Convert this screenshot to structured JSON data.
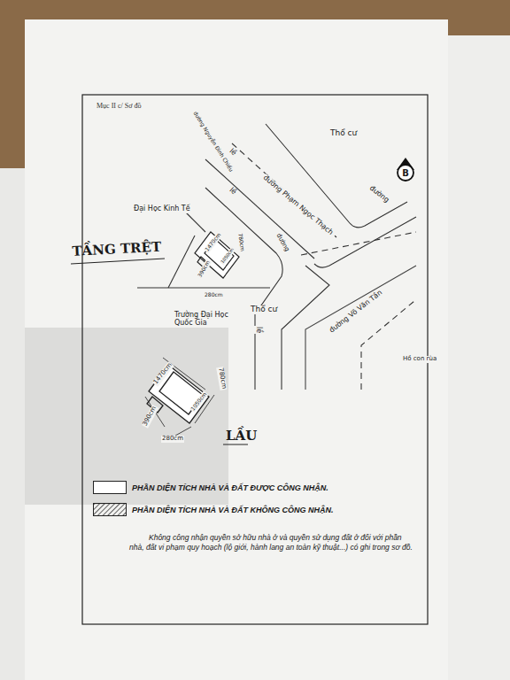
{
  "diagram": {
    "title": "Mục II c/ Sơ đồ",
    "labels": [
      "đường Nguyễn Đình Chiểu",
      "lề",
      "Thổ cư",
      "đường",
      "đường Phạm Ngọc Thạch",
      "lề",
      "Đại Học Kinh Tế",
      "TẦNG TRỆT",
      "đường",
      "1470cm",
      "780cm",
      "390cm",
      "1050cm",
      "280cm",
      "Thổ cư",
      "Trường Đại Học Quốc Gia",
      "lề",
      "đường Võ Văn Tần",
      "Hồ con rùa",
      "1470cm",
      "780cm",
      "390cm",
      "1050cm",
      "280cm",
      "LẦU",
      "B",
      "Không công nhận quyền sở hữu nhà ở và quyền sử dụng đất ở đối với phần nhà, đất vi phạm quy hoạch (lộ giới, hành lang an toàn kỹ thuật...) có ghi trong sơ đồ."
    ],
    "legend": [
      {
        "text": "PHẦN DIỆN TÍCH NHÀ VÀ ĐẤT ĐƯỢC CÔNG NHẬN.",
        "color": "#ffffff"
      },
      {
        "text": "PHẦN DIỆN TÍCH NHÀ VÀ ĐẤT KHÔNG CÔNG NHẬN."
      }
    ]
  }
}
